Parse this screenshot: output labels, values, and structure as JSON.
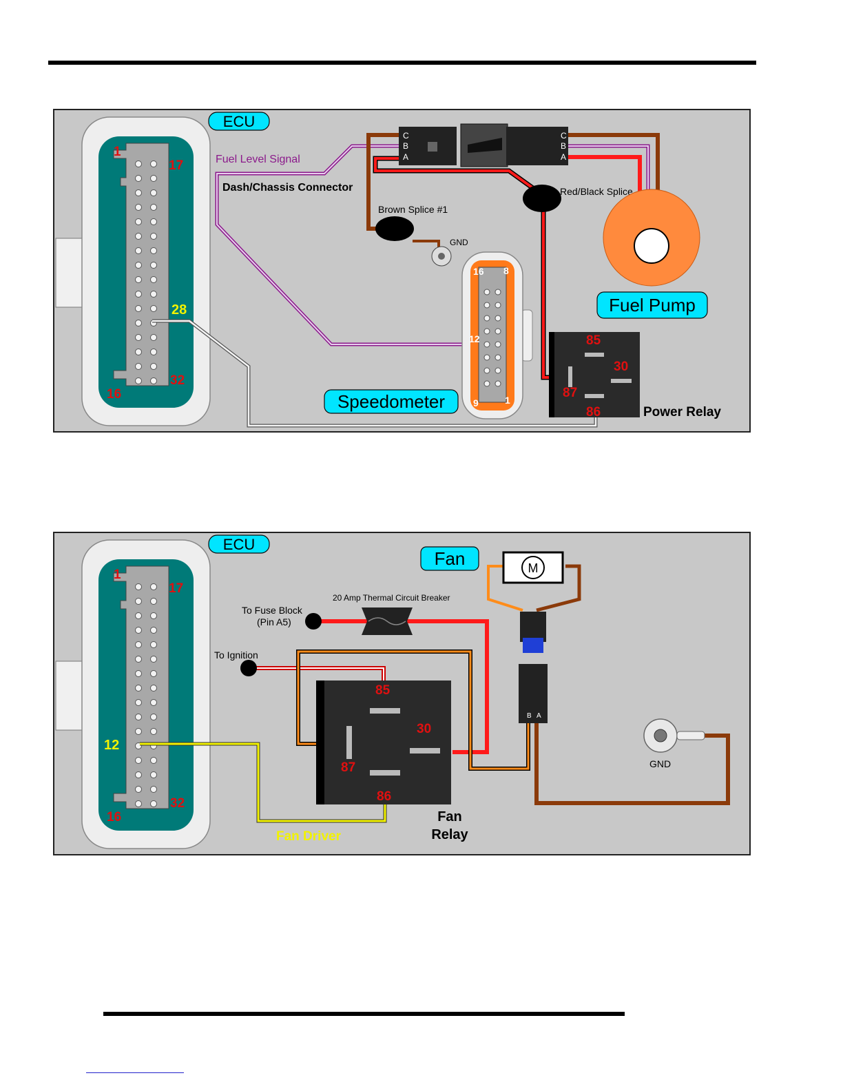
{
  "diagram1": {
    "ecu_label": "ECU",
    "ecu_pins": {
      "p1": "1",
      "p17": "17",
      "p28": "28",
      "p16": "16",
      "p32": "32"
    },
    "fuel_level_signal": "Fuel Level Signal",
    "dash_chassis_connector": "Dash/Chassis Connector",
    "connector_pins_left": [
      "C",
      "B",
      "A"
    ],
    "connector_pins_right": [
      "C",
      "B",
      "A"
    ],
    "brown_splice": "Brown Splice #1",
    "gnd": "GND",
    "red_black_splice": "Red/Black Splice",
    "fuel_pump": "Fuel Pump",
    "speedometer": "Speedometer",
    "speedo_pins": {
      "p16": "16",
      "p8": "8",
      "p12": "12",
      "p9": "9",
      "p1": "1"
    },
    "relay_pins": {
      "p85": "85",
      "p30": "30",
      "p87": "87",
      "p86": "86"
    },
    "power_relay": "Power Relay"
  },
  "diagram2": {
    "ecu_label": "ECU",
    "ecu_pins": {
      "p1": "1",
      "p17": "17",
      "p12": "12",
      "p16": "16",
      "p32": "32"
    },
    "fan": "Fan",
    "motor_symbol": "M",
    "breaker": "20 Amp Thermal Circuit Breaker",
    "to_fuse_block_1": "To Fuse Block",
    "to_fuse_block_2": "(Pin A5)",
    "to_ignition": "To Ignition",
    "relay_pins": {
      "p85": "85",
      "p30": "30",
      "p87": "87",
      "p86": "86"
    },
    "fan_relay_1": "Fan",
    "fan_relay_2": "Relay",
    "fan_driver": "Fan Driver",
    "conn_pins": [
      "B",
      "A"
    ],
    "gnd": "GND"
  },
  "colors": {
    "panel": "#c8c8c8",
    "ecu_teal": "#007a78",
    "wire_red": "#ff1a1a",
    "wire_brown": "#8b3a0a",
    "wire_purple": "#8b1a8b",
    "wire_yellow": "#f2f200",
    "wire_orange": "#ff8c1a",
    "pump_orange": "#ff8a3d",
    "label_cyan": "#00e5ff"
  }
}
